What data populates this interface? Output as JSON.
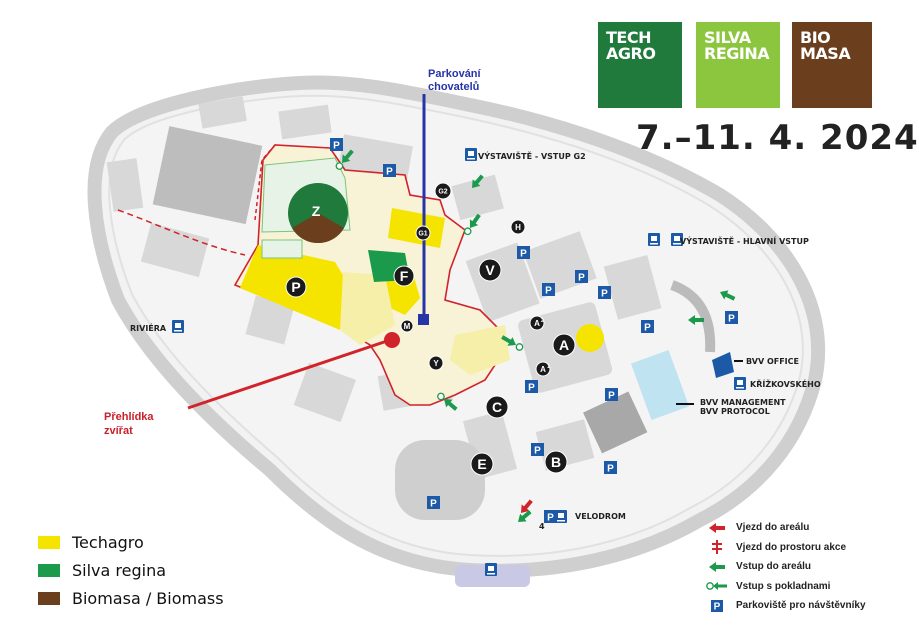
{
  "logos": [
    {
      "line1": "TECH",
      "line2": "AGRO",
      "color": "#1f7a3c"
    },
    {
      "line1": "SILVA",
      "line2": "REGINA",
      "color": "#8cc63f"
    },
    {
      "line1": "BIO",
      "line2": "MASA",
      "color": "#6b3e1e"
    }
  ],
  "date": "7.–11. 4. 2024",
  "legend": [
    {
      "label": "Techagro",
      "color": "#f5e400"
    },
    {
      "label": "Silva regina",
      "color": "#1a9a4a"
    },
    {
      "label": "Biomasa / Biomass",
      "color": "#6b3e1e"
    }
  ],
  "key": [
    {
      "icon": "red-arrow-icon",
      "label": "Vjezd do areálu"
    },
    {
      "icon": "red-gate-icon",
      "label": "Vjezd do prostoru akce"
    },
    {
      "icon": "green-arrow-icon",
      "label": "Vstup do areálu"
    },
    {
      "icon": "green-ticket-arrow-icon",
      "label": "Vstup s pokladnami"
    },
    {
      "icon": "parking-icon",
      "label": "Parkoviště pro návštěvníky",
      "symbol": "P"
    }
  ],
  "labels": {
    "gate_g2": "VÝSTAVIŠTĚ - VSTUP G2",
    "main_entrance": "VÝSTAVIŠTĚ - HLAVNÍ VSTUP",
    "riviera": "RIVIÉRA",
    "bvv_office": "BVV OFFICE",
    "krizkovskeho": "KŘÍŽKOVSKÉHO",
    "bvv_management": "BVV MANAGEMENT",
    "bvv_protocol": "BVV PROTOCOL",
    "velodrom": "VELODROM",
    "gate_4": "4",
    "breeder_parking_line1": "Parkování",
    "breeder_parking_line2": "chovatelů",
    "animal_show_line1": "Přehlídka",
    "animal_show_line2": "zvířat"
  },
  "pavilions": {
    "Z": "Z",
    "P": "P",
    "F": "F",
    "V": "V",
    "A": "A",
    "C": "C",
    "E": "E",
    "B": "B",
    "G1": "G1",
    "G2": "G2",
    "H": "H",
    "M": "M",
    "Y": "Y",
    "A1": "A",
    "A2": "A",
    "A1_sup": "1",
    "A2_sup": "2"
  },
  "parking_symbol": "P",
  "tram_symbol": "🚊",
  "colors": {
    "techagro": "#f5e400",
    "silva": "#1a9a4a",
    "biomasa": "#6b3e1e",
    "route": "#d0232a",
    "parking": "#1c5aa8",
    "breeder": "#2634a8"
  }
}
